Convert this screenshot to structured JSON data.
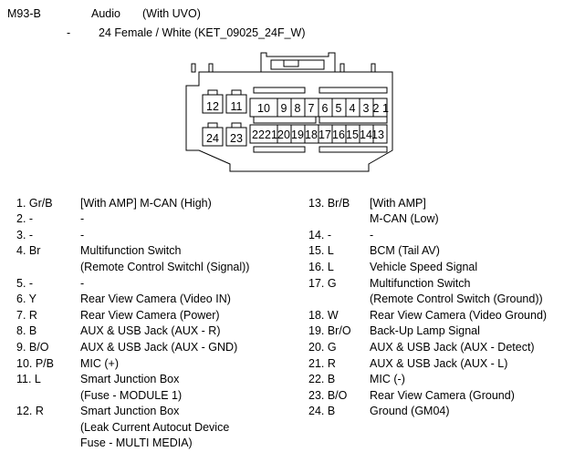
{
  "header": {
    "code": "M93-B",
    "name": "Audio",
    "variant": "(With UVO)",
    "dash": "-",
    "connector": "24 Female / White (KET_09025_24F_W)"
  },
  "connector": {
    "top_row": [
      "12",
      "11",
      "10",
      "9",
      "8",
      "7",
      "6",
      "5",
      "4",
      "3",
      "2",
      "1"
    ],
    "bottom_row": [
      "24",
      "23",
      "22",
      "21",
      "20",
      "19",
      "18",
      "17",
      "16",
      "15",
      "14",
      "13"
    ]
  },
  "pins": [
    {
      "num": "1. Gr/B",
      "lines": [
        "[With AMP] M-CAN (High)"
      ]
    },
    {
      "num": "2. -",
      "lines": [
        "-"
      ]
    },
    {
      "num": "3. -",
      "lines": [
        "-"
      ]
    },
    {
      "num": "4. Br",
      "lines": [
        "Multifunction Switch",
        "(Remote Control Switchl (Signal))"
      ]
    },
    {
      "num": "5. -",
      "lines": [
        "-"
      ]
    },
    {
      "num": "6. Y",
      "lines": [
        "Rear View Camera (Video IN)"
      ]
    },
    {
      "num": "7. R",
      "lines": [
        "Rear View Camera (Power)"
      ]
    },
    {
      "num": "8. B",
      "lines": [
        "AUX & USB Jack (AUX - R)"
      ]
    },
    {
      "num": "9. B/O",
      "lines": [
        "AUX & USB Jack (AUX - GND)"
      ]
    },
    {
      "num": "10. P/B",
      "lines": [
        "MIC (+)"
      ]
    },
    {
      "num": "11. L",
      "lines": [
        "Smart Junction Box",
        "(Fuse - MODULE 1)"
      ]
    },
    {
      "num": "12. R",
      "lines": [
        "Smart Junction Box",
        "(Leak Current Autocut Device",
        "Fuse - MULTI MEDIA)"
      ]
    },
    {
      "num": "13. Br/B",
      "lines": [
        "[With AMP]",
        "M-CAN (Low)"
      ]
    },
    {
      "num": "14. -",
      "lines": [
        "-"
      ]
    },
    {
      "num": "15. L",
      "lines": [
        "BCM (Tail AV)"
      ]
    },
    {
      "num": "16. L",
      "lines": [
        "Vehicle Speed Signal"
      ]
    },
    {
      "num": "17. G",
      "lines": [
        "Multifunction Switch",
        "(Remote Control Switch (Ground))"
      ]
    },
    {
      "num": "18. W",
      "lines": [
        "Rear View Camera (Video Ground)"
      ]
    },
    {
      "num": "19. Br/O",
      "lines": [
        "Back-Up Lamp Signal"
      ]
    },
    {
      "num": "20. G",
      "lines": [
        "AUX & USB Jack (AUX - Detect)"
      ]
    },
    {
      "num": "21. R",
      "lines": [
        "AUX & USB Jack (AUX - L)"
      ]
    },
    {
      "num": "22. B",
      "lines": [
        "MIC (-)"
      ]
    },
    {
      "num": "23. B/O",
      "lines": [
        "Rear View Camera (Ground)"
      ]
    },
    {
      "num": "24. B",
      "lines": [
        "Ground (GM04)"
      ]
    }
  ]
}
